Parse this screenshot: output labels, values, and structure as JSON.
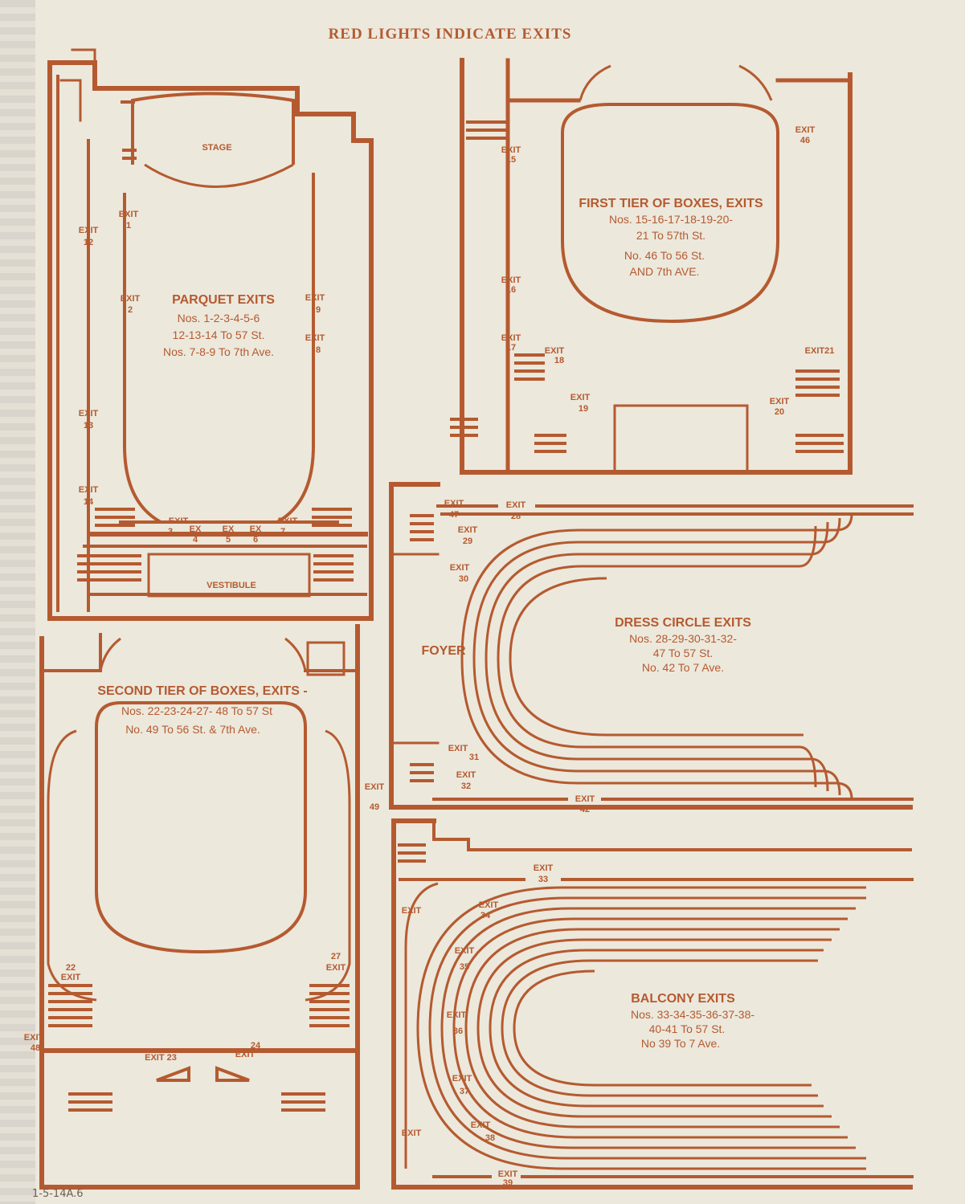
{
  "header": "RED LIGHTS INDICATE EXITS",
  "catalog_note": "1-5-14A.6",
  "colors": {
    "ink": "#b55a30",
    "paper": "#ece8dc"
  },
  "parquet": {
    "rooms": {
      "stage": "STAGE",
      "vestibule": "VESTIBULE"
    },
    "title": "PARQUET EXITS",
    "lines": [
      "Nos. 1-2-3-4-5-6",
      "12-13-14 To 57 St.",
      "Nos. 7-8-9 To 7th Ave."
    ],
    "exits": {
      "e1": {
        "label": "EXIT",
        "num": "1"
      },
      "e2": {
        "label": "EXIT",
        "num": "2"
      },
      "e3": {
        "label": "EXIT",
        "num": "3"
      },
      "e4": {
        "label": "EX",
        "num": "4"
      },
      "e5": {
        "label": "EX",
        "num": "5"
      },
      "e6": {
        "label": "EX",
        "num": "6"
      },
      "e7": {
        "label": "EXIT",
        "num": "7"
      },
      "e8": {
        "label": "EXIT",
        "num": "8"
      },
      "e9": {
        "label": "EXIT",
        "num": "9"
      },
      "e12": {
        "label": "EXIT",
        "num": "12"
      },
      "e13": {
        "label": "EXIT",
        "num": "13"
      },
      "e14": {
        "label": "EXIT",
        "num": "14"
      }
    }
  },
  "first_tier": {
    "title": "FIRST TIER OF BOXES, EXITS",
    "lines": [
      "Nos. 15-16-17-18-19-20-",
      "21 To 57th St.",
      "No. 46 To 56 St.",
      "AND 7th AVE."
    ],
    "exits": {
      "e15": {
        "label": "EXIT",
        "num": "15"
      },
      "e16": {
        "label": "EXIT",
        "num": "16"
      },
      "e17": {
        "label": "EXIT",
        "num": "17"
      },
      "e18": {
        "label": "EXIT",
        "num": "18"
      },
      "e19": {
        "label": "EXIT",
        "num": "19"
      },
      "e20": {
        "label": "EXIT",
        "num": "20"
      },
      "e21": {
        "label": "EXIT",
        "num": "21"
      },
      "e46": {
        "label": "EXIT",
        "num": "46"
      }
    }
  },
  "dress_circle": {
    "room": "FOYER",
    "title": "DRESS CIRCLE EXITS",
    "lines": [
      "Nos. 28-29-30-31-32-",
      "47 To 57 St.",
      "No. 42 To 7 Ave."
    ],
    "exits": {
      "e28": {
        "label": "EXIT",
        "num": "28"
      },
      "e29": {
        "label": "EXIT",
        "num": "29"
      },
      "e30": {
        "label": "EXIT",
        "num": "30"
      },
      "e31": {
        "label": "EXIT",
        "num": "31"
      },
      "e32": {
        "label": "EXIT",
        "num": "32"
      },
      "e42": {
        "label": "EXIT",
        "num": "42"
      },
      "e47": {
        "label": "EXIT",
        "num": "47"
      }
    }
  },
  "second_tier": {
    "title": "SECOND TIER OF BOXES, EXITS -",
    "lines": [
      "Nos. 22-23-24-27- 48 To 57 St",
      "No. 49 To 56 St. & 7th Ave."
    ],
    "exits": {
      "e22": {
        "label": "EXIT",
        "num": "22"
      },
      "e23": {
        "label": "EXIT",
        "num": "23"
      },
      "e24": {
        "label": "EXIT",
        "num": "24"
      },
      "e27": {
        "label": "EXIT",
        "num": "27"
      },
      "e48": {
        "label": "EXIT",
        "num": "48"
      },
      "e49": {
        "label": "EXIT",
        "num": "49"
      }
    }
  },
  "balcony": {
    "title": "BALCONY EXITS",
    "lines": [
      "Nos. 33-34-35-36-37-38-",
      "40-41 To 57 St.",
      "No 39 To 7 Ave."
    ],
    "exits": {
      "e33": {
        "label": "EXIT",
        "num": "33"
      },
      "e34": {
        "label": "EXIT",
        "num": "34"
      },
      "e35": {
        "label": "EXIT",
        "num": "35"
      },
      "e36": {
        "label": "EXIT",
        "num": "36"
      },
      "e37": {
        "label": "EXIT",
        "num": "37"
      },
      "e38": {
        "label": "EXIT",
        "num": "38"
      },
      "e39": {
        "label": "EXIT",
        "num": "39"
      },
      "e40": {
        "label": "EXIT",
        "num": ""
      },
      "e41": {
        "label": "EXIT",
        "num": ""
      }
    }
  }
}
